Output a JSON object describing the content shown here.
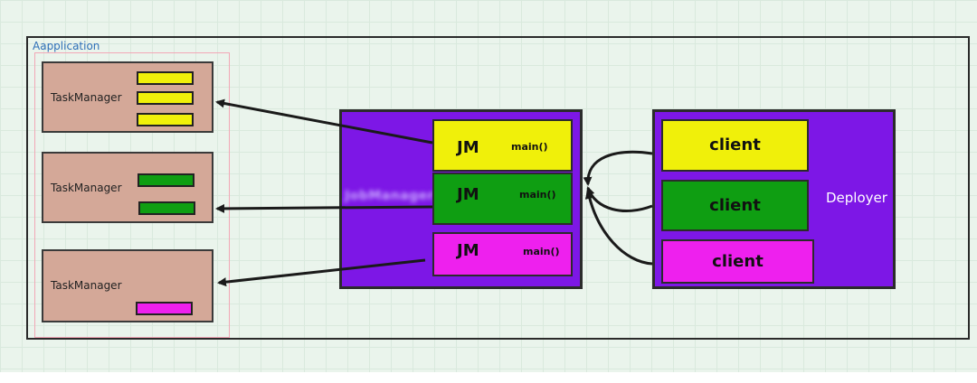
{
  "application_label": "Aapplication",
  "task_managers": [
    {
      "label": "TaskManager"
    },
    {
      "label": "TaskManager"
    },
    {
      "label": "TaskManager"
    }
  ],
  "job_manager": {
    "label": "JobManager",
    "cells": [
      {
        "jm": "JM",
        "main": "main()",
        "color": "#f0f00a"
      },
      {
        "jm": "JM",
        "main": "main()",
        "color": "#0f9e12"
      },
      {
        "jm": "JM",
        "main": "main()",
        "color": "#ee20ee"
      }
    ]
  },
  "deployer": {
    "label": "Deployer",
    "clients": [
      {
        "label": "client",
        "color": "#f0f00a"
      },
      {
        "label": "client",
        "color": "#0f9e12"
      },
      {
        "label": "client",
        "color": "#ee20ee"
      }
    ]
  },
  "colors": {
    "background": "#eaf4ec",
    "task_manager_fill": "#d4a898",
    "container_purple": "#7d17e6",
    "slot_yellow": "#f0f00a",
    "slot_green": "#0f9e12",
    "slot_magenta": "#ee20ee",
    "label_blue": "#2e6fb8"
  }
}
